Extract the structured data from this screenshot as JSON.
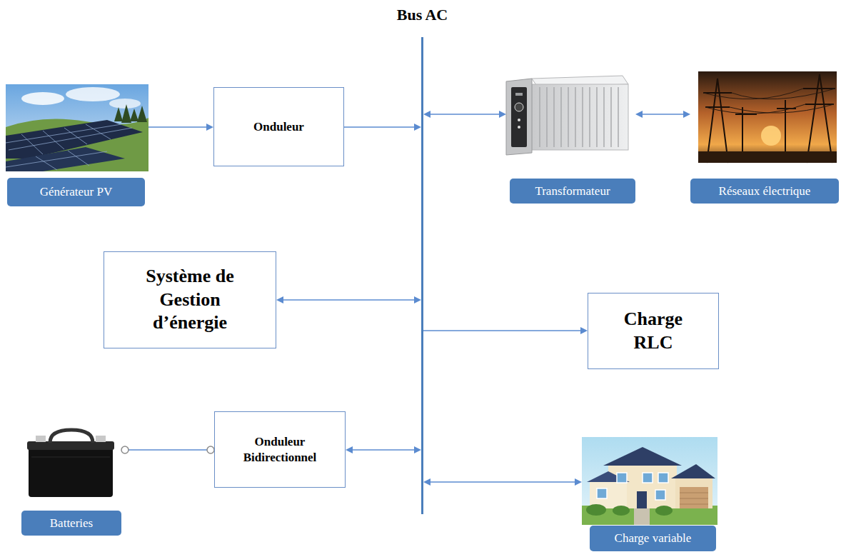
{
  "diagram": {
    "nodes": [
      {
        "text": [
          "Bus AC"
        ]
      },
      {
        "text": [
          "Générateur PV"
        ]
      },
      {
        "text": [
          "Onduleur"
        ]
      },
      {
        "text": [
          "Transformateur"
        ]
      },
      {
        "text": [
          "Réseaux électrique"
        ]
      },
      {
        "text": [
          "Système de Gestion d’énergie"
        ]
      },
      {
        "text": [
          "Charge RLC"
        ]
      },
      {
        "text": [
          "Onduleur Bidirectionnel"
        ]
      },
      {
        "text": [
          "Batteries"
        ]
      },
      {
        "text": [
          "Charge variable"
        ]
      }
    ],
    "edges": [
      {
        "from": 1,
        "to": 2,
        "arrow": "to"
      },
      {
        "from": 2,
        "to": 0,
        "arrow": "to"
      },
      {
        "from": 0,
        "to": 3,
        "arrow": "both"
      },
      {
        "from": 3,
        "to": 4,
        "arrow": "both"
      },
      {
        "from": 5,
        "to": 0,
        "arrow": "both"
      },
      {
        "from": 0,
        "to": 6,
        "arrow": "to"
      },
      {
        "from": 8,
        "to": 7,
        "arrow": "none"
      },
      {
        "from": 7,
        "to": 0,
        "arrow": "both"
      },
      {
        "from": 0,
        "to": 9,
        "arrow": "both"
      }
    ]
  }
}
